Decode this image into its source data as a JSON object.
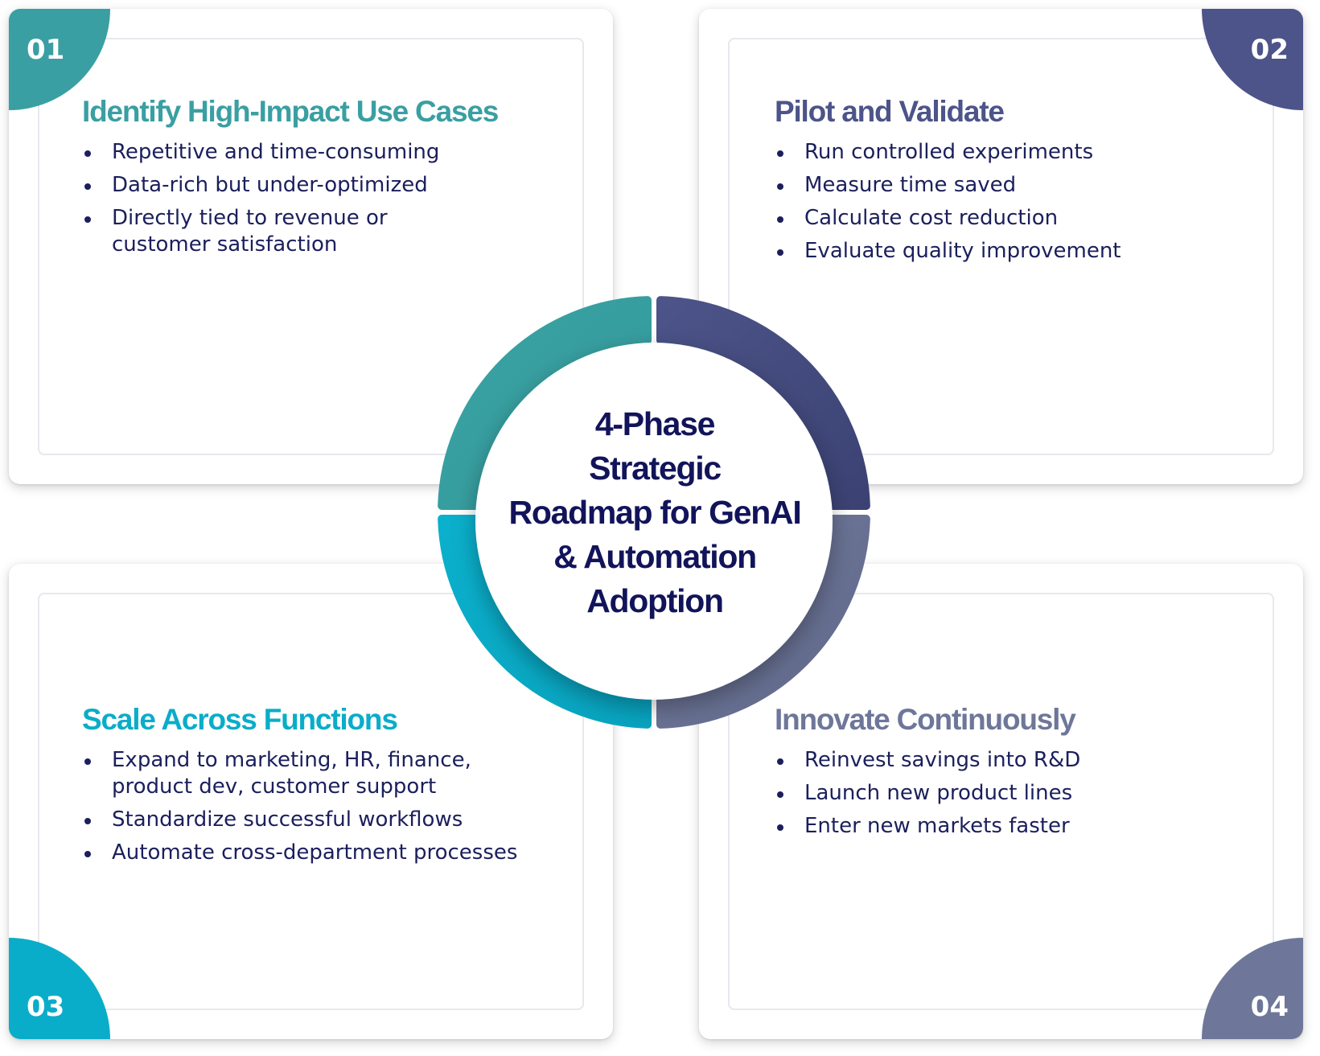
{
  "center": {
    "lines": [
      "4-Phase",
      "Strategic",
      "Roadmap for GenAI",
      "& Automation",
      "Adoption"
    ]
  },
  "colors": {
    "phase1": "#3a9fa2",
    "phase2": "#4c5489",
    "phase3": "#0aadc9",
    "phase4": "#6e7799",
    "text": "#1b1f5c"
  },
  "phases": [
    {
      "number": "01",
      "title": "Identify High-Impact Use Cases",
      "bullets": [
        "Repetitive and time-consuming",
        "Data-rich but under-optimized",
        "Directly tied to revenue or customer satisfaction"
      ]
    },
    {
      "number": "02",
      "title": "Pilot and Validate",
      "bullets": [
        "Run controlled experiments",
        "Measure time saved",
        "Calculate cost reduction",
        "Evaluate quality improvement"
      ]
    },
    {
      "number": "03",
      "title": "Scale Across Functions",
      "bullets": [
        "Expand to marketing, HR, finance, product dev, customer support",
        "Standardize successful workflows",
        "Automate cross-department processes"
      ]
    },
    {
      "number": "04",
      "title": "Innovate Continuously",
      "bullets": [
        "Reinvest savings into R&D",
        "Launch new product lines",
        "Enter new markets faster"
      ]
    }
  ]
}
